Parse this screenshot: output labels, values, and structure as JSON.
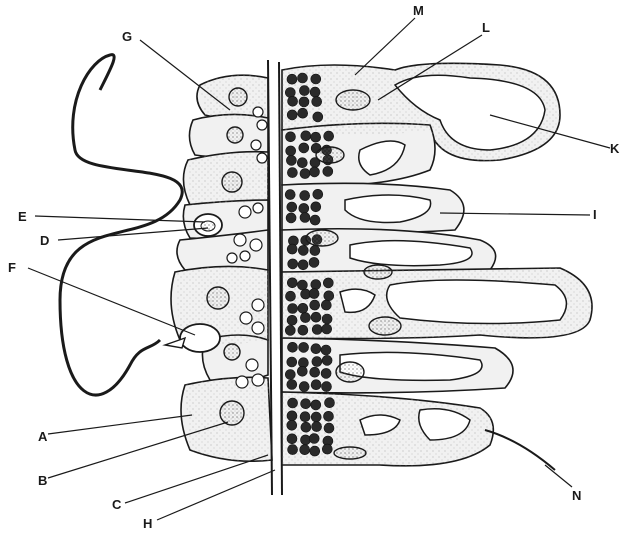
{
  "labels": {
    "A": "A",
    "B": "B",
    "C": "C",
    "D": "D",
    "E": "E",
    "F": "F",
    "G": "G",
    "H": "H",
    "I": "I",
    "K": "K",
    "L": "L",
    "M": "M",
    "N": "N"
  }
}
